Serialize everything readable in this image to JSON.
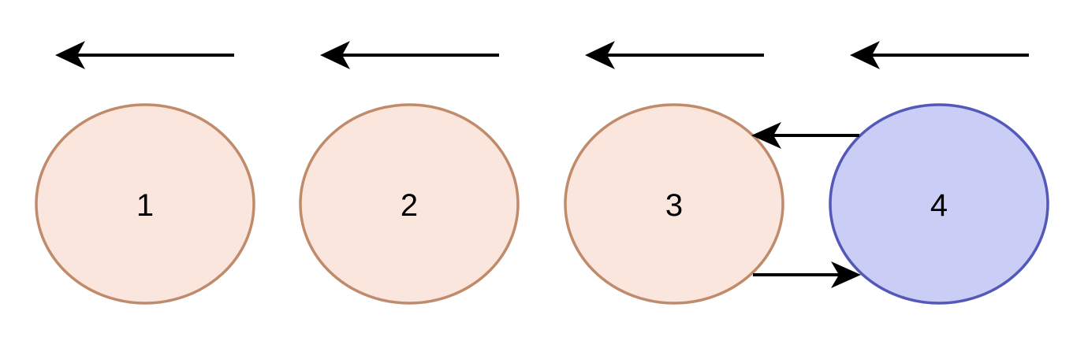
{
  "colors": {
    "background": "#ffffff",
    "arrow": "#000000",
    "node_default_fill": "#fae6dc",
    "node_default_stroke": "#c08b6a",
    "node_highlight_fill": "#cacdf5",
    "node_highlight_stroke": "#5458b8"
  },
  "nodes": [
    {
      "label": "1",
      "highlighted": false
    },
    {
      "label": "2",
      "highlighted": false
    },
    {
      "label": "3",
      "highlighted": false
    },
    {
      "label": "4",
      "highlighted": true
    }
  ],
  "direction_arrows": [
    {
      "direction": "left"
    },
    {
      "direction": "left"
    },
    {
      "direction": "left"
    },
    {
      "direction": "left"
    }
  ],
  "links": [
    {
      "from": "4",
      "to": "3"
    },
    {
      "from": "3",
      "to": "4"
    }
  ]
}
